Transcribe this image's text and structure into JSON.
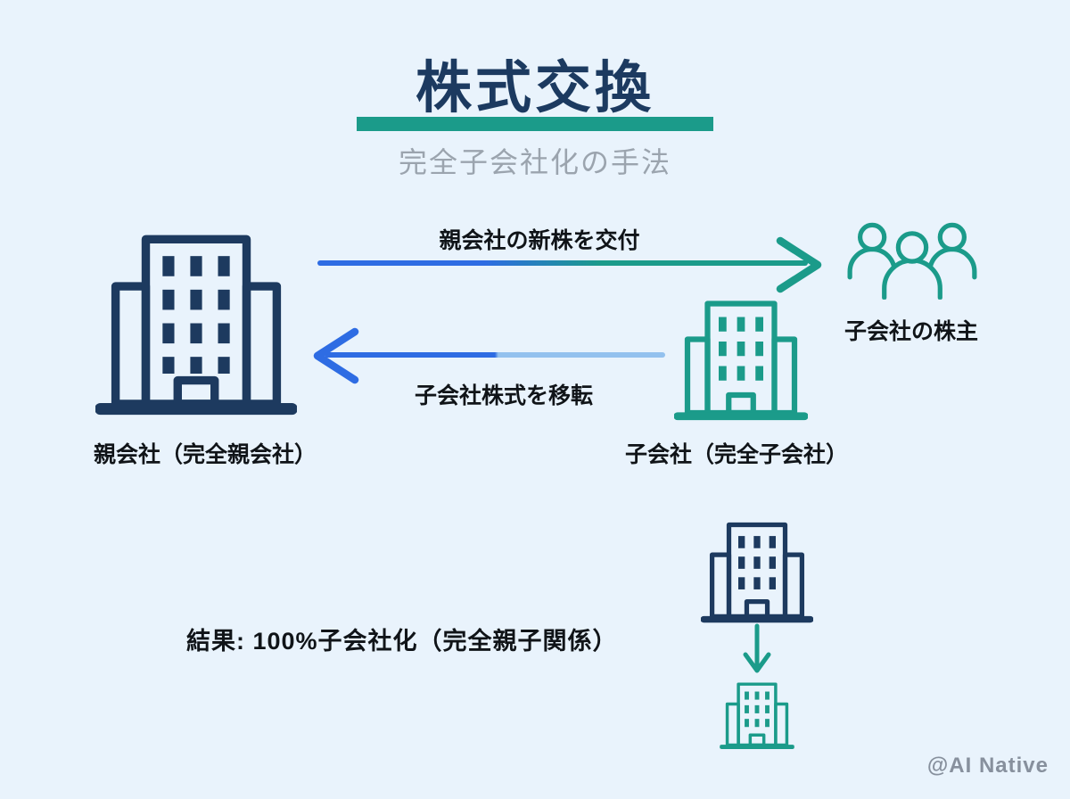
{
  "header": {
    "title": "株式交換",
    "subtitle": "完全子会社化の手法"
  },
  "colors": {
    "bg": "#e9f3fc",
    "navy": "#1d3a5f",
    "teal": "#1b9b8a",
    "blue": "#2e6ce3",
    "light_blue": "#93c1ee",
    "title": "#1c3a60",
    "subtitle": "#9ba4ae",
    "text": "#101418",
    "watermark": "#87909d"
  },
  "nodes": {
    "parent": {
      "label": "親会社（完全親会社）",
      "icon": "building-icon",
      "color": "#1d3a5f"
    },
    "subsidiary": {
      "label": "子会社（完全子会社）",
      "icon": "building-icon",
      "color": "#1b9b8a"
    },
    "shareholders": {
      "label": "子会社の株主",
      "icon": "people-group-icon",
      "color": "#1b9b8a"
    }
  },
  "arrows": {
    "new_shares": {
      "label": "親会社の新株を交付",
      "direction": "right",
      "from": "parent",
      "to": "shareholders"
    },
    "transfer": {
      "label": "子会社株式を移転",
      "direction": "left",
      "from": "subsidiary",
      "to": "parent"
    },
    "ownership": {
      "direction": "down",
      "from": "parent",
      "to": "subsidiary"
    }
  },
  "result": {
    "label": "結果: 100%子会社化（完全親子関係）"
  },
  "watermark": {
    "label": "@AI Native"
  }
}
